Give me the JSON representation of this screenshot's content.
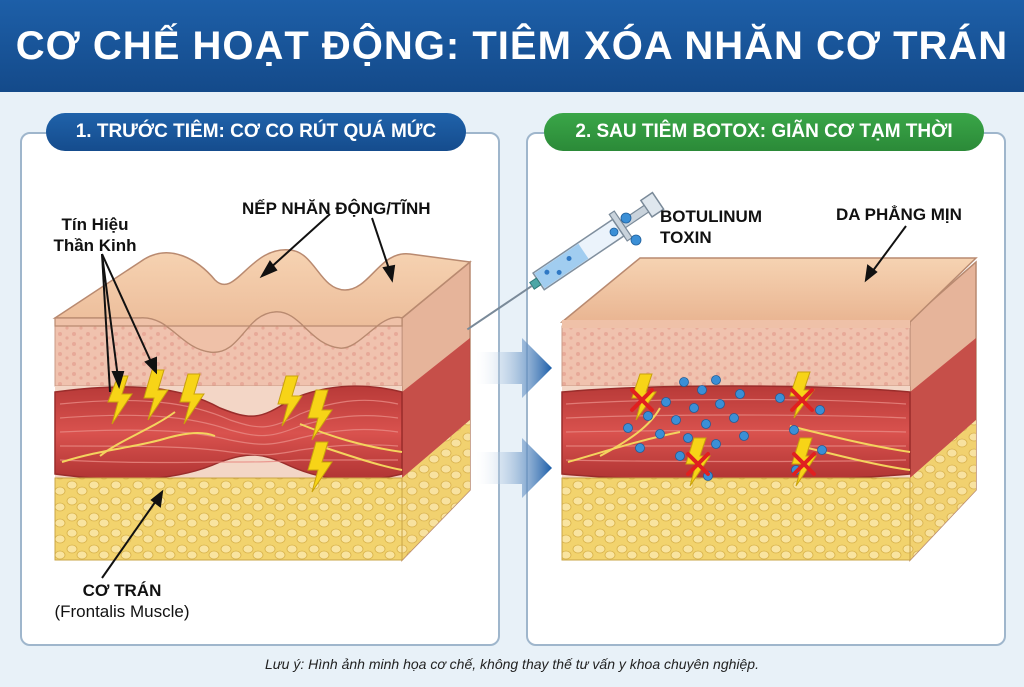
{
  "title": "CƠ CHẾ HOẠT ĐỘNG: TIÊM XÓA NHĂN CƠ TRÁN",
  "left_panel": {
    "header": "1. TRƯỚC TIÊM: CƠ CO RÚT QUÁ MỨC",
    "label_wrinkle": "NẾP NHĂN ĐỘNG/TĨNH",
    "label_signal_1": "Tín Hiệu",
    "label_signal_2": "Thần Kinh",
    "label_muscle_1": "CƠ TRÁN",
    "label_muscle_2": "(Frontalis Muscle)"
  },
  "right_panel": {
    "header": "2. SAU TIÊM BOTOX: GIÃN CƠ TẠM THỜI",
    "label_toxin_1": "BOTULINUM",
    "label_toxin_2": "TOXIN",
    "label_skin": "DA PHẲNG MỊN"
  },
  "footnote": "Lưu ý: Hình ảnh minh họa cơ chế, không thay thế tư vấn y khoa chuyên nghiệp.",
  "colors": {
    "title_bar": "#1a5699",
    "left_header": "#1a5699",
    "right_header": "#33993f",
    "skin": "#f2c9a5",
    "muscle": "#cf4b47",
    "fat": "#f1d575",
    "toxin_dot": "#3b8fd6",
    "block_mark": "#e02020",
    "signal_bolt": "#f7d417"
  }
}
